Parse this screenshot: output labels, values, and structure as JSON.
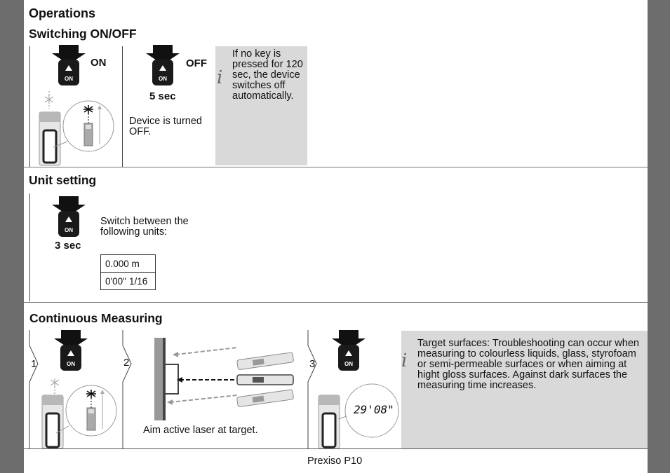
{
  "title": "Operations",
  "switching": {
    "heading": "Switching ON/OFF",
    "on_label": "ON",
    "off_label": "OFF",
    "off_duration": "5 sec",
    "off_caption": "Device is turned OFF.",
    "note": "If no key is pressed for 120 sec, the device switches off automatically.",
    "key_label": "ON"
  },
  "units": {
    "heading": "Unit setting",
    "duration": "3 sec",
    "caption": "Switch between the following units:",
    "options": [
      "0.000 m",
      "0'00'' 1/16"
    ]
  },
  "continuous": {
    "heading": "Continuous Measuring",
    "steps": [
      "1",
      "2",
      "3"
    ],
    "aim_caption": "Aim active laser at target.",
    "display_reading": "29'08\"",
    "note": "Target surfaces: Troubleshooting can occur when measuring to colourless liquids, glass, styrofoam or semi-permeable surfaces or when aiming at hight gloss surfaces. Against dark surfaces the measuring time increases."
  },
  "footer": {
    "product": "Prexiso P10"
  },
  "icons": [
    "press-arrow-icon",
    "power-key-icon",
    "info-icon",
    "laser-device-icon",
    "target-wall-icon"
  ],
  "colors": {
    "note_bg": "#d9d9d9",
    "margin_bg": "#6d6d6d"
  }
}
